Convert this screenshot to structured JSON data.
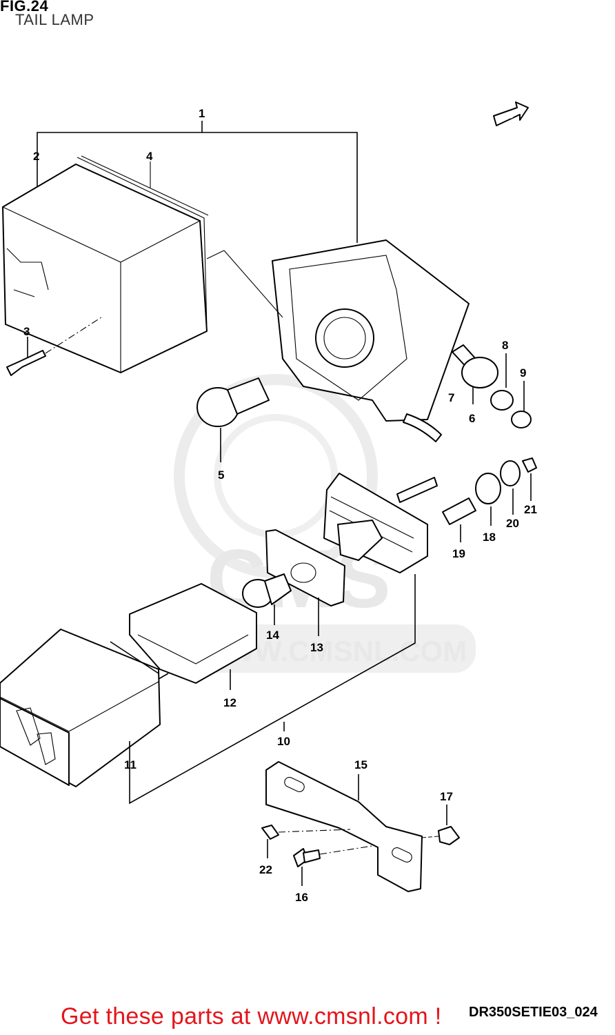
{
  "figure": {
    "number": "FIG.24",
    "title": "TAIL LAMP",
    "code": "DR350SETIE03_024"
  },
  "watermark": {
    "brand": "CMS",
    "url": "WWW.CMSNL.COM"
  },
  "badge": {
    "label": "FWD"
  },
  "callouts": [
    "1",
    "2",
    "3",
    "4",
    "5",
    "6",
    "7",
    "8",
    "9",
    "10",
    "11",
    "12",
    "13",
    "14",
    "15",
    "16",
    "17",
    "19",
    "18",
    "20",
    "21",
    "22"
  ],
  "footer": {
    "cta": "Get these parts at www.cmsnl.com !"
  },
  "colors": {
    "cta": "#e3151b",
    "watermark": "#e8e8e8",
    "line": "#000000"
  }
}
